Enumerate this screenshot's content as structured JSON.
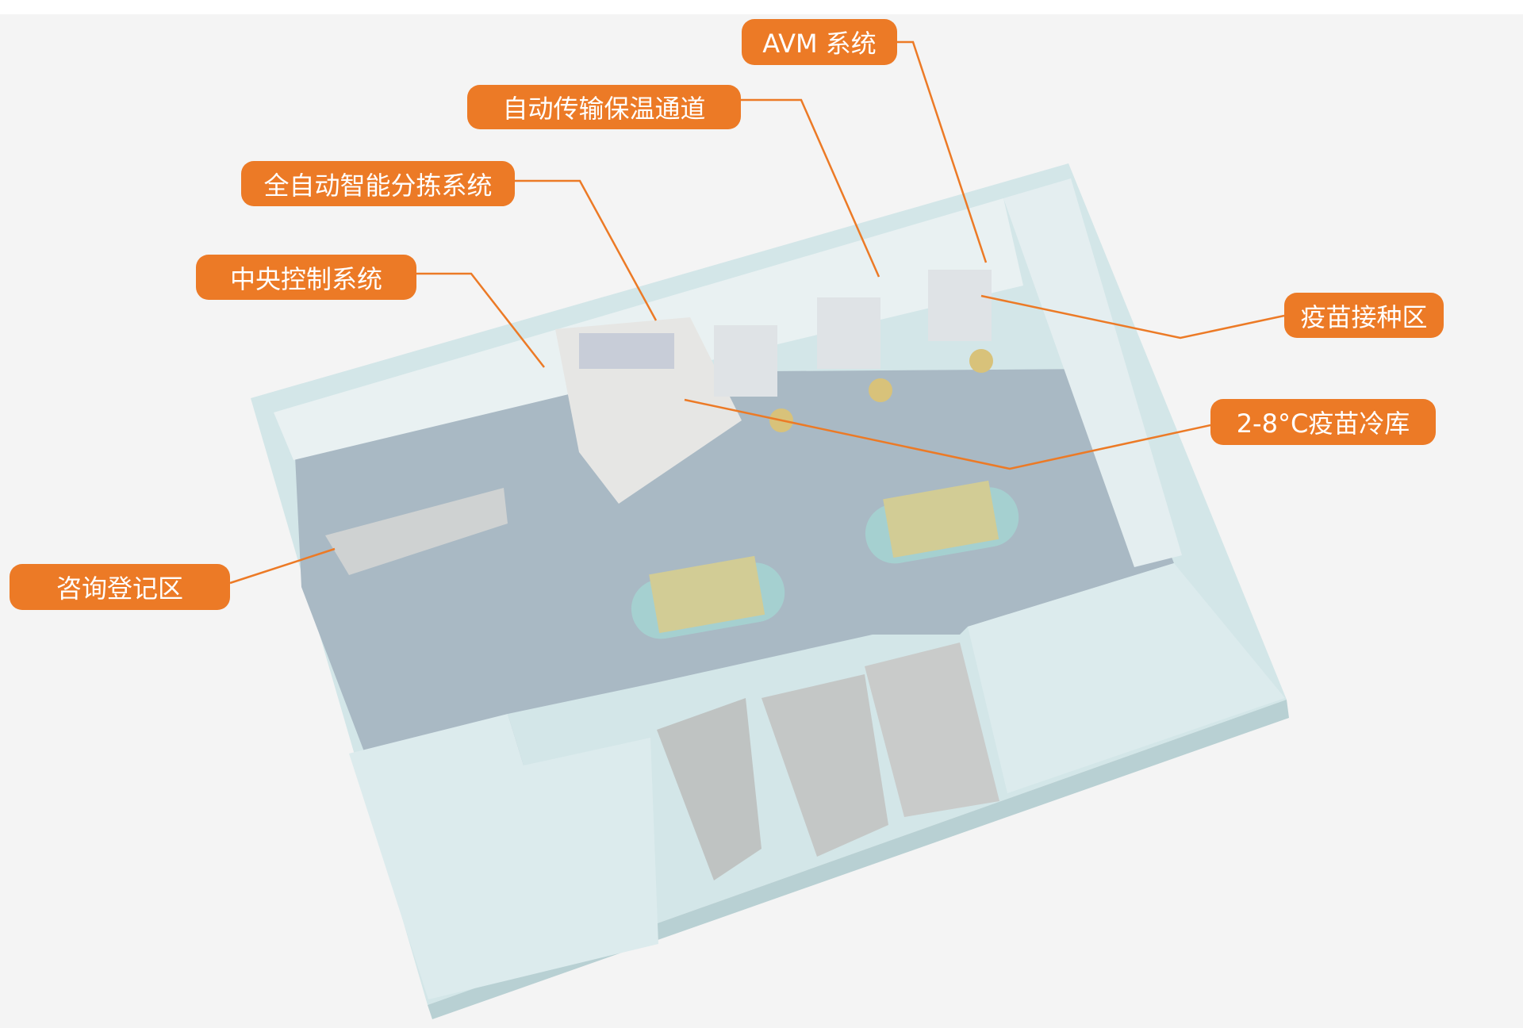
{
  "colors": {
    "accent": "#ec7a26",
    "floor": "#a9b9c4",
    "wall": "#d9e9ea"
  },
  "labels": {
    "avm": "AVM 系统",
    "transport": "自动传输保温通道",
    "sorting": "全自动智能分拣系统",
    "control": "中央控制系统",
    "vaccination": "疫苗接种区",
    "cold_storage": "2-8°C疫苗冷库",
    "registration": "咨询登记区"
  }
}
